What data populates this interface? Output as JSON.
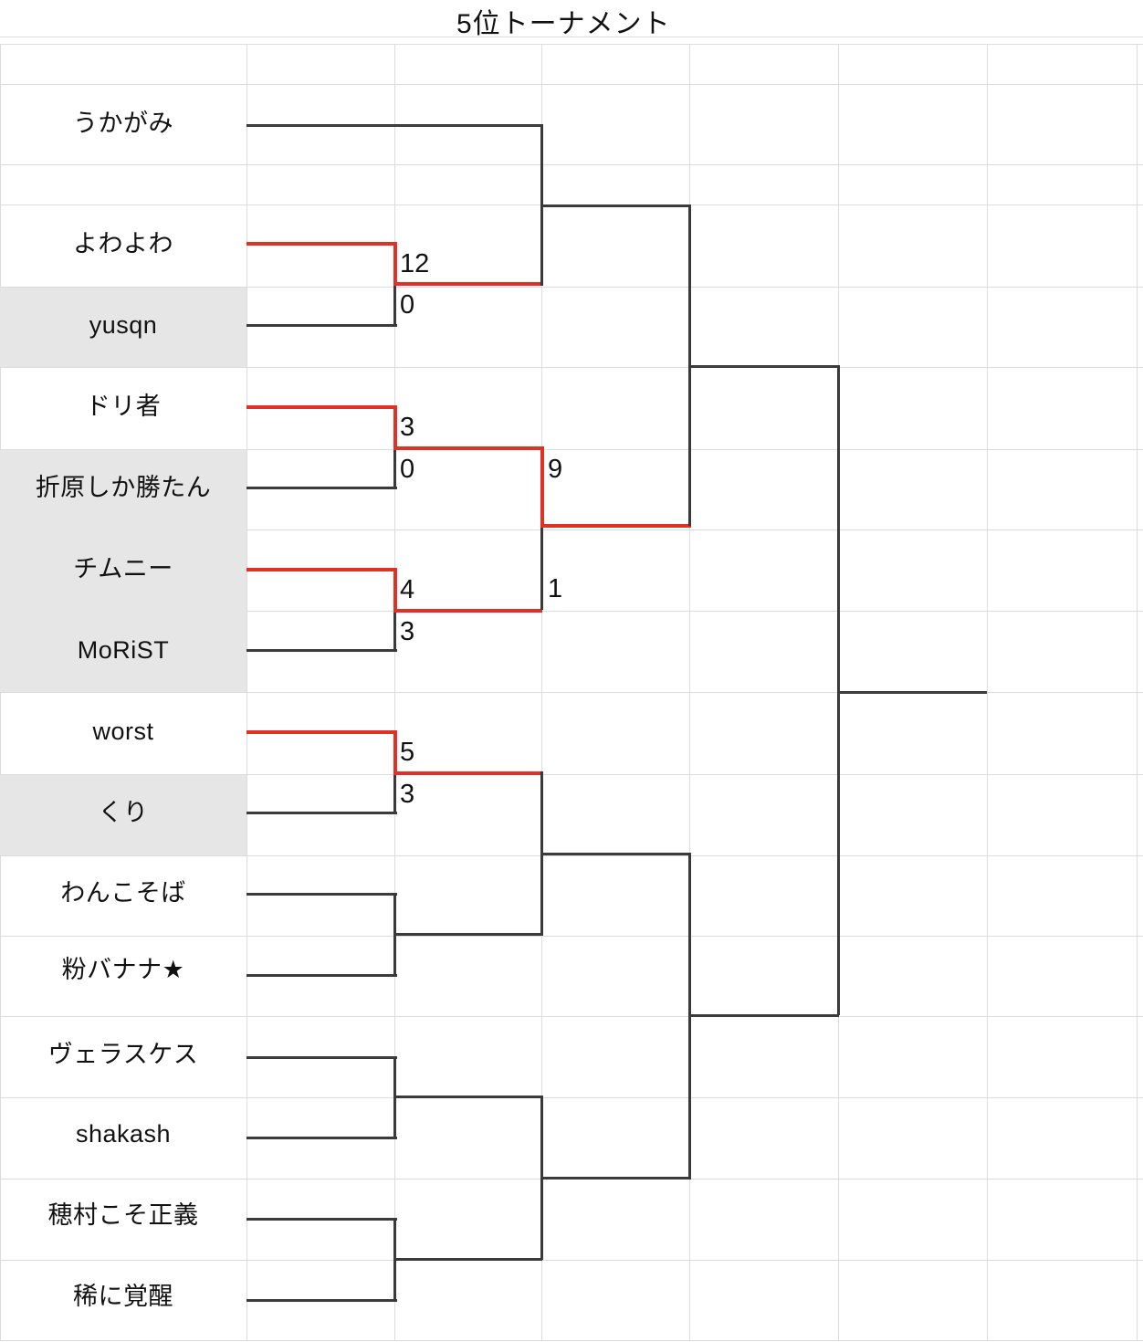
{
  "title": "5位トーナメント",
  "colors": {
    "grid": "#dcdcdc",
    "line": "#3a3a3a",
    "winner": "#e03127",
    "shade": "#e6e6e6",
    "text": "#111111"
  },
  "teams": [
    {
      "name": "うかがみ",
      "highlighted": false
    },
    {
      "name": "よわよわ",
      "highlighted": false
    },
    {
      "name": "yusqn",
      "highlighted": true
    },
    {
      "name": "ドリ者",
      "highlighted": false
    },
    {
      "name": "折原しか勝たん",
      "highlighted": true
    },
    {
      "name": "チムニー",
      "highlighted": true
    },
    {
      "name": "MoRiST",
      "highlighted": true
    },
    {
      "name": "worst",
      "highlighted": false
    },
    {
      "name": "くり",
      "highlighted": true
    },
    {
      "name": "わんこそば",
      "highlighted": false
    },
    {
      "name": "粉バナナ★",
      "highlighted": false
    },
    {
      "name": "ヴェラスケス",
      "highlighted": false
    },
    {
      "name": "shakash",
      "highlighted": false
    },
    {
      "name": "穂村こそ正義",
      "highlighted": false
    },
    {
      "name": "稀に覚醒",
      "highlighted": false
    }
  ],
  "matches": [
    {
      "round": 1,
      "upper": "よわよわ",
      "lower": "yusqn",
      "upper_score": "12",
      "lower_score": "0",
      "winner": "upper"
    },
    {
      "round": 1,
      "upper": "ドリ者",
      "lower": "折原しか勝たん",
      "upper_score": "3",
      "lower_score": "0",
      "winner": "upper"
    },
    {
      "round": 1,
      "upper": "チムニー",
      "lower": "MoRiST",
      "upper_score": "4",
      "lower_score": "3",
      "winner": "upper"
    },
    {
      "round": 1,
      "upper": "worst",
      "lower": "くり",
      "upper_score": "5",
      "lower_score": "3",
      "winner": "upper"
    },
    {
      "round": 2,
      "upper": "ドリ者",
      "lower": "チムニー",
      "upper_score": "9",
      "lower_score": "1",
      "winner": "upper"
    }
  ],
  "scores": [
    {
      "value": "12"
    },
    {
      "value": "0"
    },
    {
      "value": "3"
    },
    {
      "value": "0"
    },
    {
      "value": "9"
    },
    {
      "value": "4"
    },
    {
      "value": "3"
    },
    {
      "value": "1"
    },
    {
      "value": "5"
    },
    {
      "value": "3"
    }
  ]
}
